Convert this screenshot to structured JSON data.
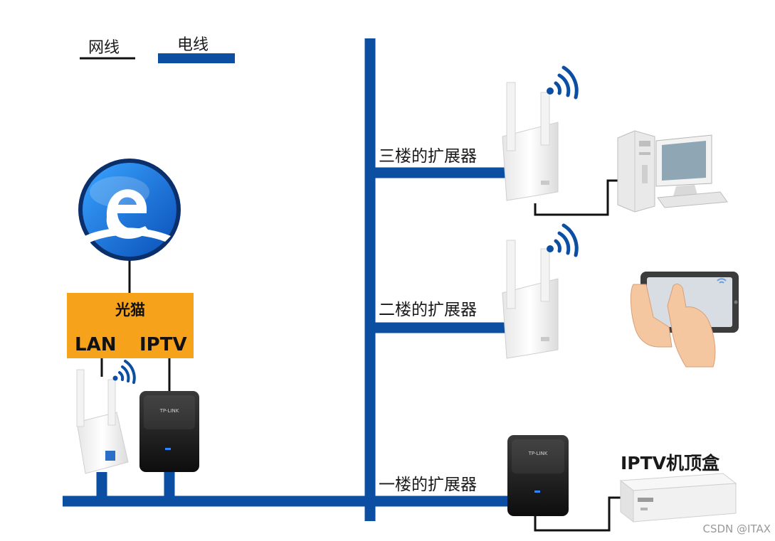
{
  "legend": {
    "network_cable": "网线",
    "power_line": "电线"
  },
  "modem": {
    "title": "光猫",
    "lan_port": "LAN",
    "iptv_port": "IPTV"
  },
  "extenders": {
    "third_floor": "三楼的扩展器",
    "second_floor": "二楼的扩展器",
    "first_floor": "一楼的扩展器"
  },
  "devices": {
    "iptv_box": "IPTV机顶盒",
    "adapter_brand": "TP-LINK"
  },
  "watermark": "CSDN @ITAX",
  "colors": {
    "power_line": "#0b4ea2",
    "network_cable": "#111111",
    "modem_fill": "#f7a21b",
    "wifi": "#0b4ea2"
  },
  "icons": [
    "internet-explorer-icon",
    "wifi-icon",
    "desktop-computer-icon",
    "tablet-hand-icon",
    "set-top-box-icon",
    "powerline-adapter-icon",
    "wifi-extender-icon"
  ]
}
